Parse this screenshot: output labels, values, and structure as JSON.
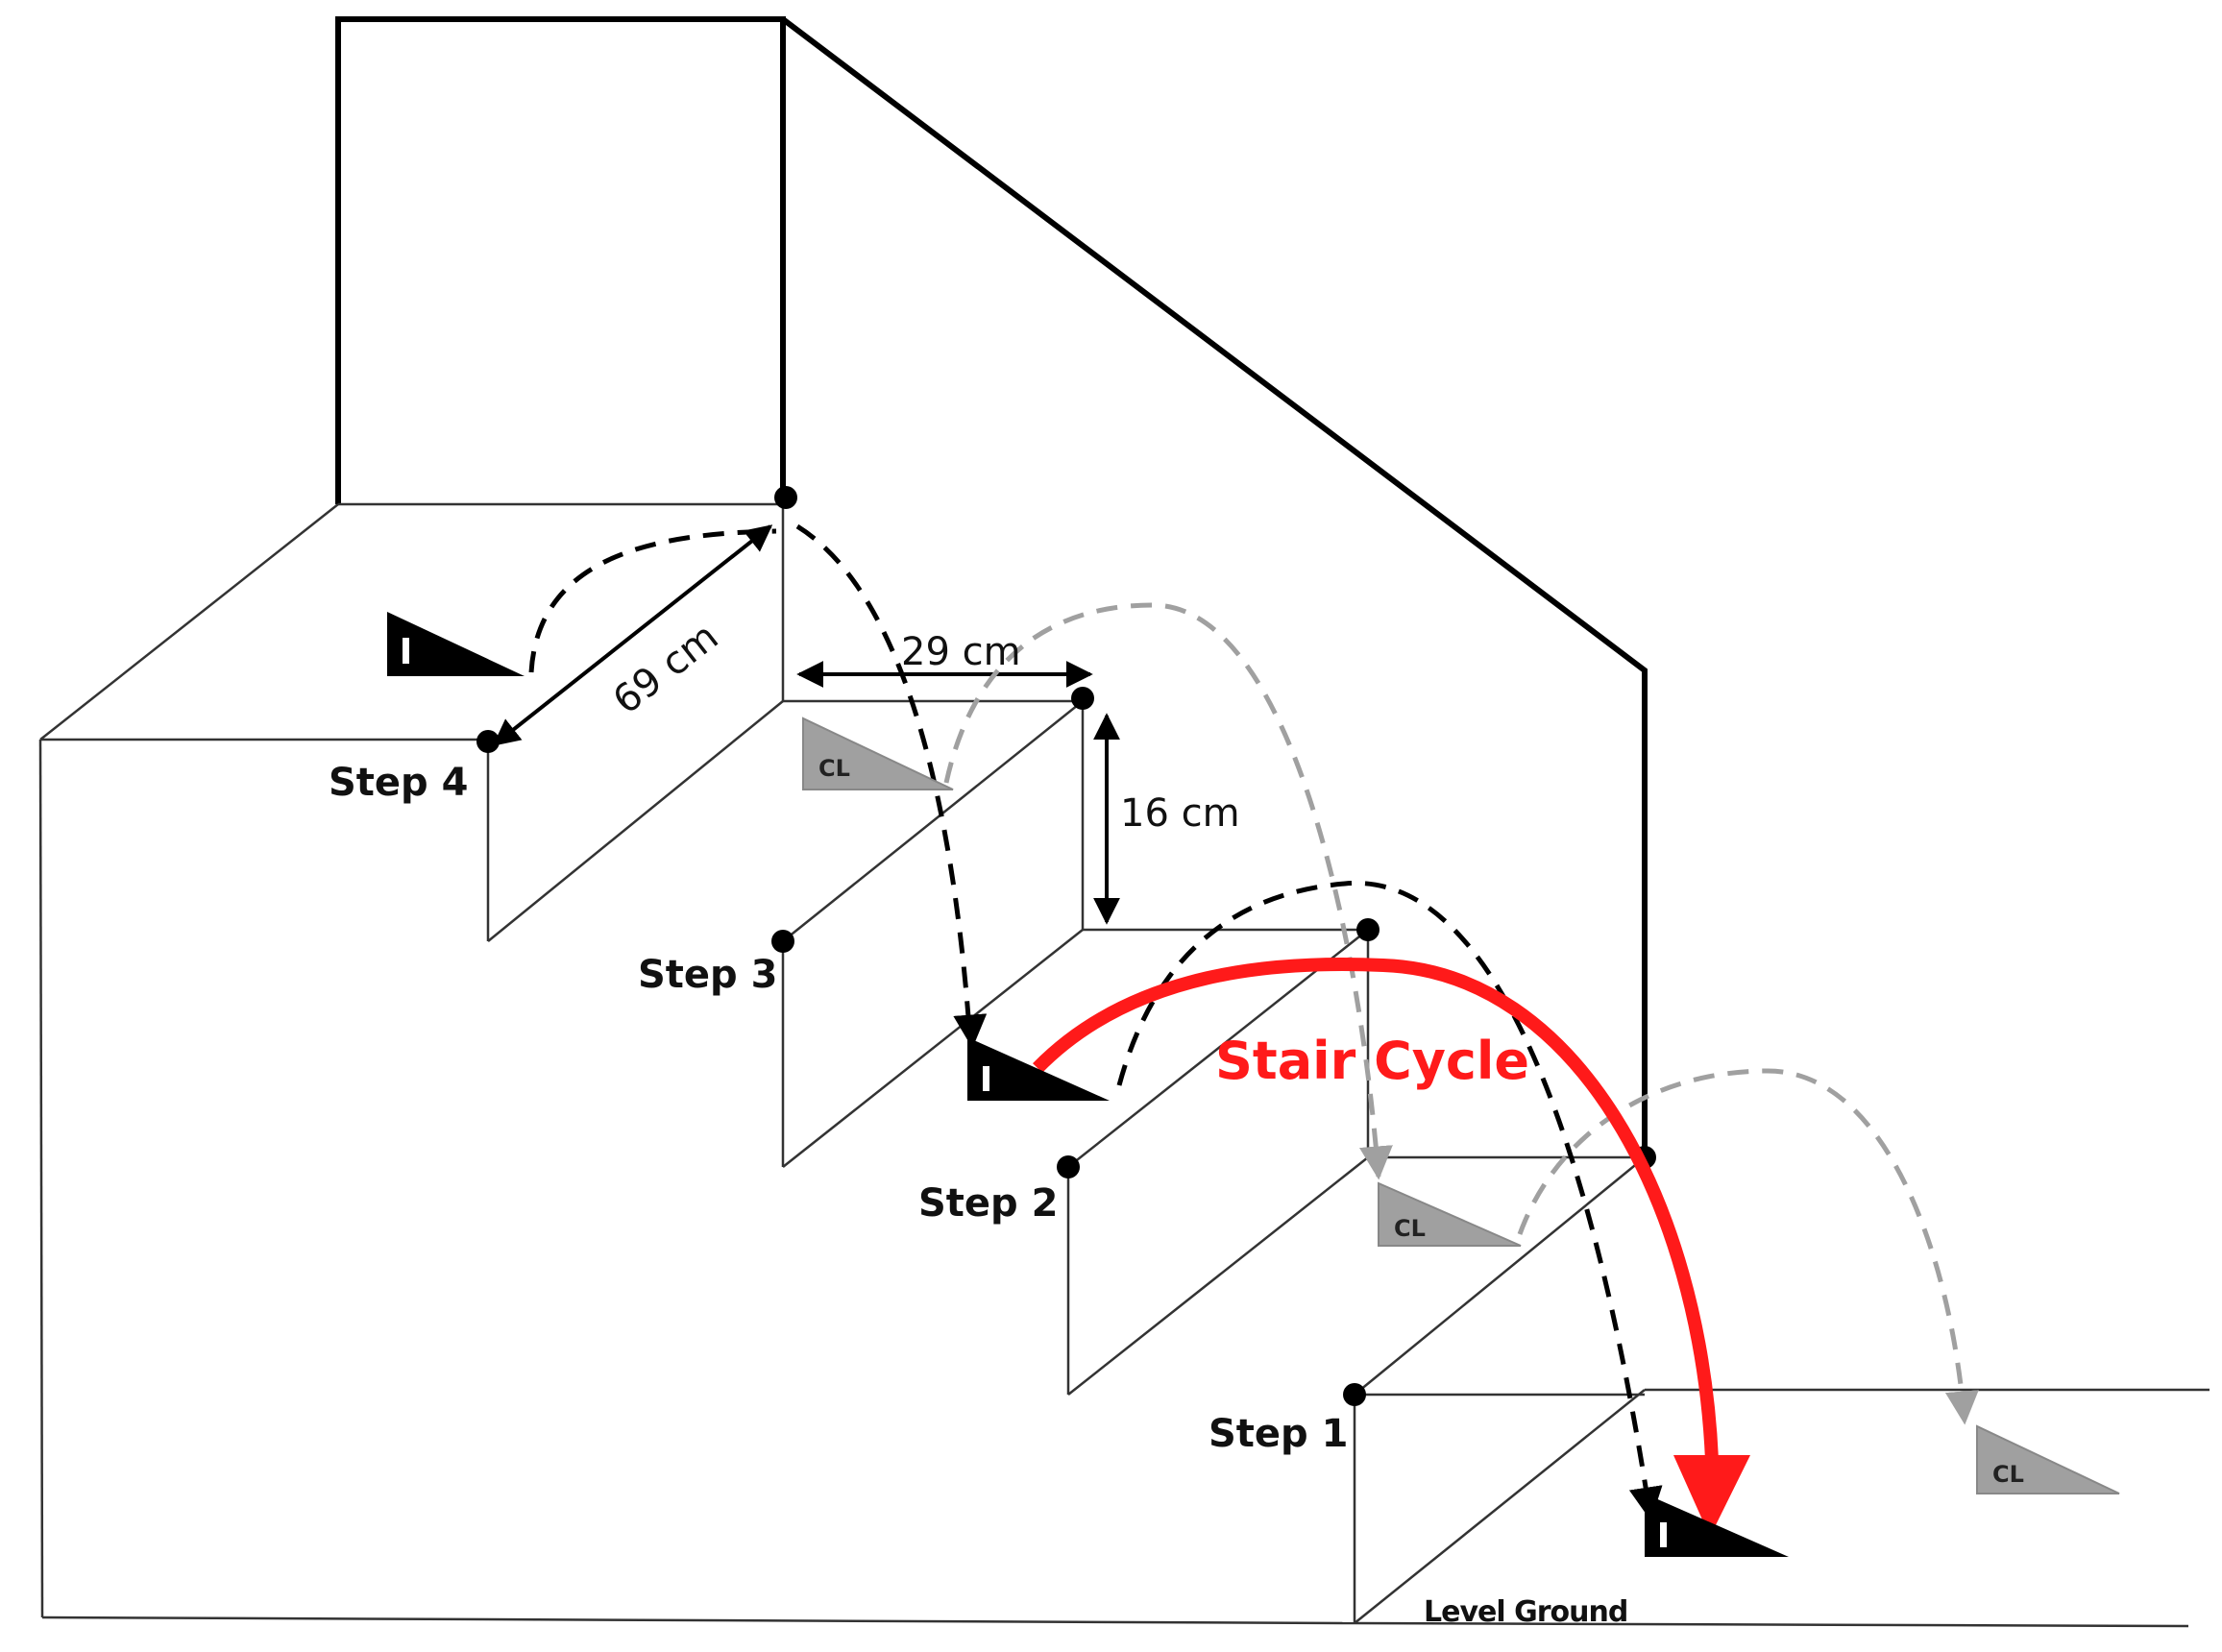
{
  "diagram": {
    "step_labels": {
      "step4": "Step 4",
      "step3": "Step 3",
      "step2": "Step 2",
      "step1": "Step 1"
    },
    "dimensions": {
      "width": "69 cm",
      "depth": "29 cm",
      "height": "16 cm"
    },
    "cycle_label": "Stair Cycle",
    "ground_label": "Level Ground",
    "contralateral_marker": "CL",
    "ipsilateral_marker": "I",
    "colors": {
      "structure": "#111111",
      "ipsilateral": "#000000",
      "contralateral": "#a0a0a0",
      "cycle": "#ff1a1a"
    }
  }
}
